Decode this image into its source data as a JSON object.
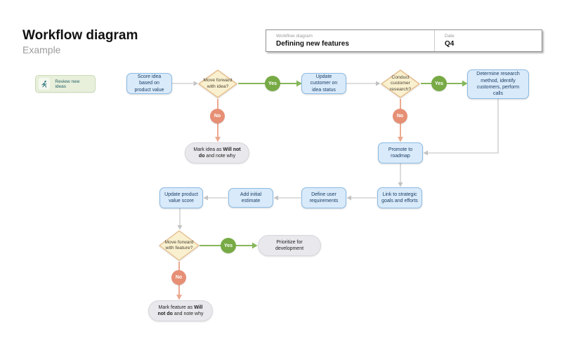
{
  "page": {
    "title": "Workflow diagram",
    "subtitle": "Example"
  },
  "header_card": {
    "name_label": "Workflow diagram",
    "name_value": "Defining new features",
    "date_label": "Date",
    "date_value": "Q4"
  },
  "legend": {
    "label": "Review new ideas",
    "icon": "running-person-icon"
  },
  "labels": {
    "yes": "Yes",
    "no": "No"
  },
  "nodes": {
    "score_idea": "Score idea based on product value",
    "decision_idea": "Move forward with idea?",
    "update_customer": "Update customer on idea status",
    "decision_research": "Conduct customer research?",
    "determine_research": "Determine research method, identify customers, perform calls",
    "mark_idea": {
      "pre": "Mark idea as ",
      "bold": "Will not do",
      "post": " and note why"
    },
    "promote_roadmap": "Promote to roadmap",
    "link_strategic": "Link to strategic goals and efforts",
    "define_requirements": "Define user requirements",
    "add_estimate": "Add initial estimate",
    "update_score": "Update product value score",
    "decision_feature": "Move forward with feature?",
    "prioritize": "Prioritize for development",
    "mark_feature": {
      "pre": "Mark feature as ",
      "bold": "Will not do",
      "post": " and note why"
    }
  },
  "colors": {
    "process_fill": "#d9eafa",
    "process_border": "#8cbbe4",
    "decision_fill": "#f9f0cf",
    "decision_border": "#e5bd8e",
    "terminal_fill": "#e9e9ed",
    "yes_green": "#77aa45",
    "no_orange": "#e68f75",
    "connector_gray": "#c9c9c9",
    "legend_green": "#e8f0dc"
  }
}
